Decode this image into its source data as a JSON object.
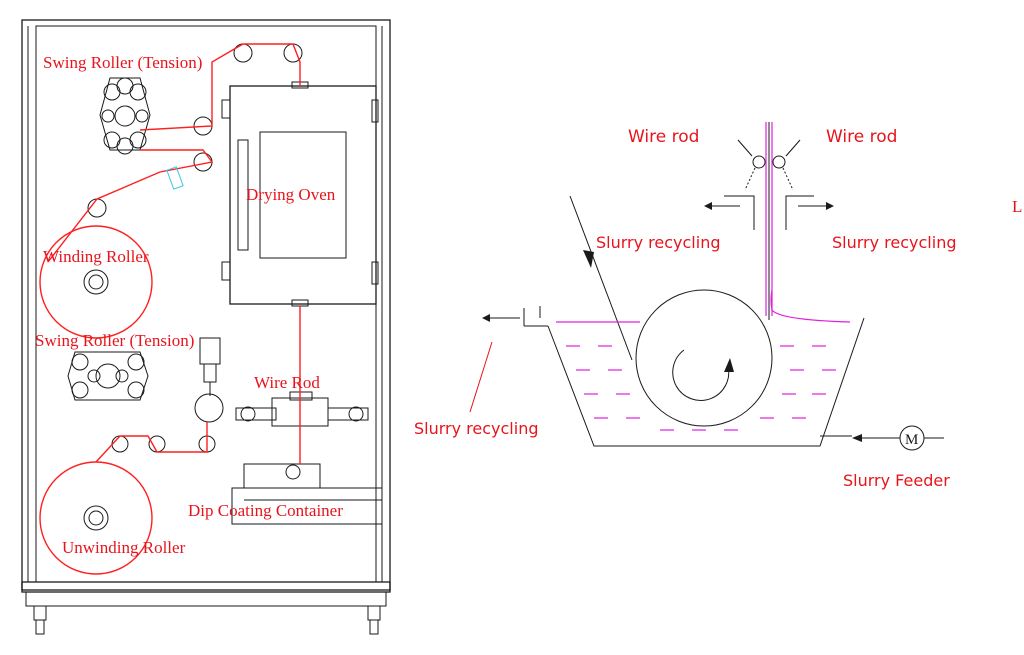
{
  "machine": {
    "labels": {
      "swing_roller_top": "Swing Roller (Tension)",
      "drying_oven": "Drying Oven",
      "winding_roller": "Winding Roller",
      "swing_roller_bottom": "Swing Roller (Tension)",
      "wire_rod": "Wire Rod",
      "dip_coating_container": "Dip Coating Container",
      "unwinding_roller": "Unwinding Roller"
    }
  },
  "coater": {
    "labels": {
      "wire_rod_left": "Wire rod",
      "wire_rod_right": "Wire rod",
      "slurry_recycling_left": "Slurry recycling",
      "slurry_recycling_right": "Slurry recycling",
      "slurry_recycling_bottom": "Slurry recycling",
      "slurry_feeder": "Slurry Feeder",
      "motor_symbol": "M",
      "edge_fragment": "L"
    }
  },
  "colors": {
    "label": "#e8141c",
    "web_path": "#ff1f1f",
    "slurry": "#e020e0",
    "line": "#1a1a1a"
  }
}
